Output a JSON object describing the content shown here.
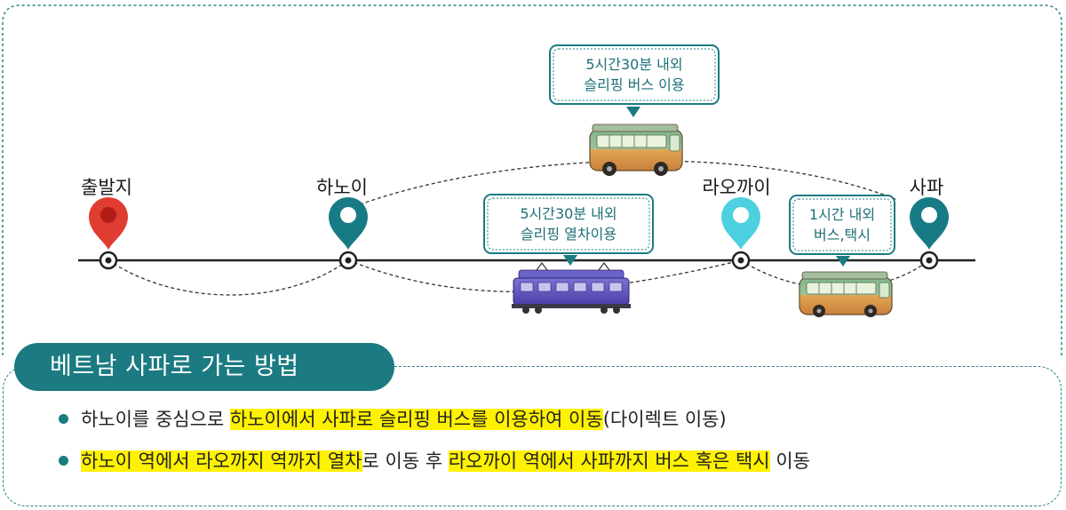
{
  "stops": [
    {
      "id": "origin",
      "label": "출발지",
      "color": "#e03c31"
    },
    {
      "id": "hanoi",
      "label": "하노이",
      "color": "#177b86"
    },
    {
      "id": "laocai",
      "label": "라오까이",
      "color": "#4dd0df"
    },
    {
      "id": "sapa",
      "label": "사파",
      "color": "#177b86"
    }
  ],
  "callouts": {
    "bus_top": {
      "line1": "5시간30분 내외",
      "line2": "슬리핑 버스 이용"
    },
    "train": {
      "line1": "5시간30분 내외",
      "line2": "슬리핑 열차이용"
    },
    "bus_sapa": {
      "line1": "1시간 내외",
      "line2": "버스,택시"
    }
  },
  "title": "베트남 사파로 가는 방법",
  "bullets": {
    "b1": {
      "plain1": "하노이를 중심으로 ",
      "hl1": "하노이에서 사파로 슬리핑 버스를 이용하여 이동",
      "plain2": "(다이렉트 이동)"
    },
    "b2": {
      "hl1": "하노이 역에서 라오까지 역까지 열차",
      "plain1": "로 이동 후 ",
      "hl2": "라오까이 역에서 사파까지 버스 혹은 택시",
      "plain2": " 이동"
    }
  },
  "colors": {
    "accent": "#1b7a82",
    "highlight": "#fff200",
    "border": "#2e7f86"
  },
  "icons": [
    "location-pin-icon",
    "bus-icon",
    "train-icon"
  ]
}
